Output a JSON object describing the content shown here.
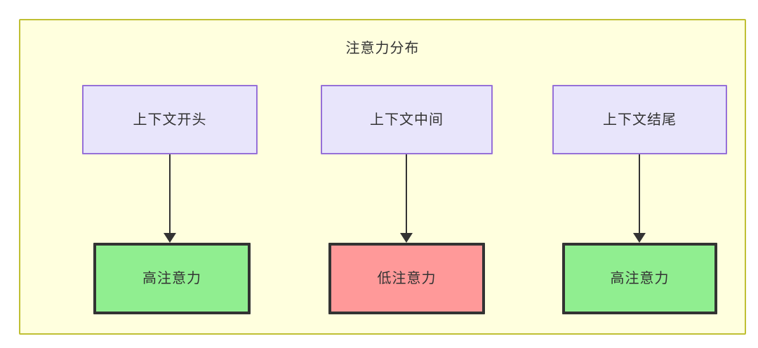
{
  "diagram": {
    "title": "注意力分布",
    "container": {
      "fill_color": "#ffffde",
      "border_color": "#bfbf33"
    },
    "context_nodes": [
      {
        "id": "ctx-start",
        "label": "上下文开头",
        "fill_color": "#e8e5fb",
        "border_color": "#9670d8"
      },
      {
        "id": "ctx-middle",
        "label": "上下文中间",
        "fill_color": "#e8e5fb",
        "border_color": "#9670d8"
      },
      {
        "id": "ctx-end",
        "label": "上下文结尾",
        "fill_color": "#e8e5fb",
        "border_color": "#9670d8"
      }
    ],
    "attention_nodes": [
      {
        "id": "attn-1",
        "label": "高注意力",
        "fill_color": "#90ee90",
        "border_color": "#333333"
      },
      {
        "id": "attn-2",
        "label": "低注意力",
        "fill_color": "#ff9999",
        "border_color": "#333333"
      },
      {
        "id": "attn-3",
        "label": "高注意力",
        "fill_color": "#90ee90",
        "border_color": "#333333"
      }
    ],
    "edges": [
      {
        "from": "ctx-start",
        "to": "attn-1",
        "label": ""
      },
      {
        "from": "ctx-middle",
        "to": "attn-2",
        "label": ""
      },
      {
        "from": "ctx-end",
        "to": "attn-3",
        "label": ""
      }
    ]
  }
}
